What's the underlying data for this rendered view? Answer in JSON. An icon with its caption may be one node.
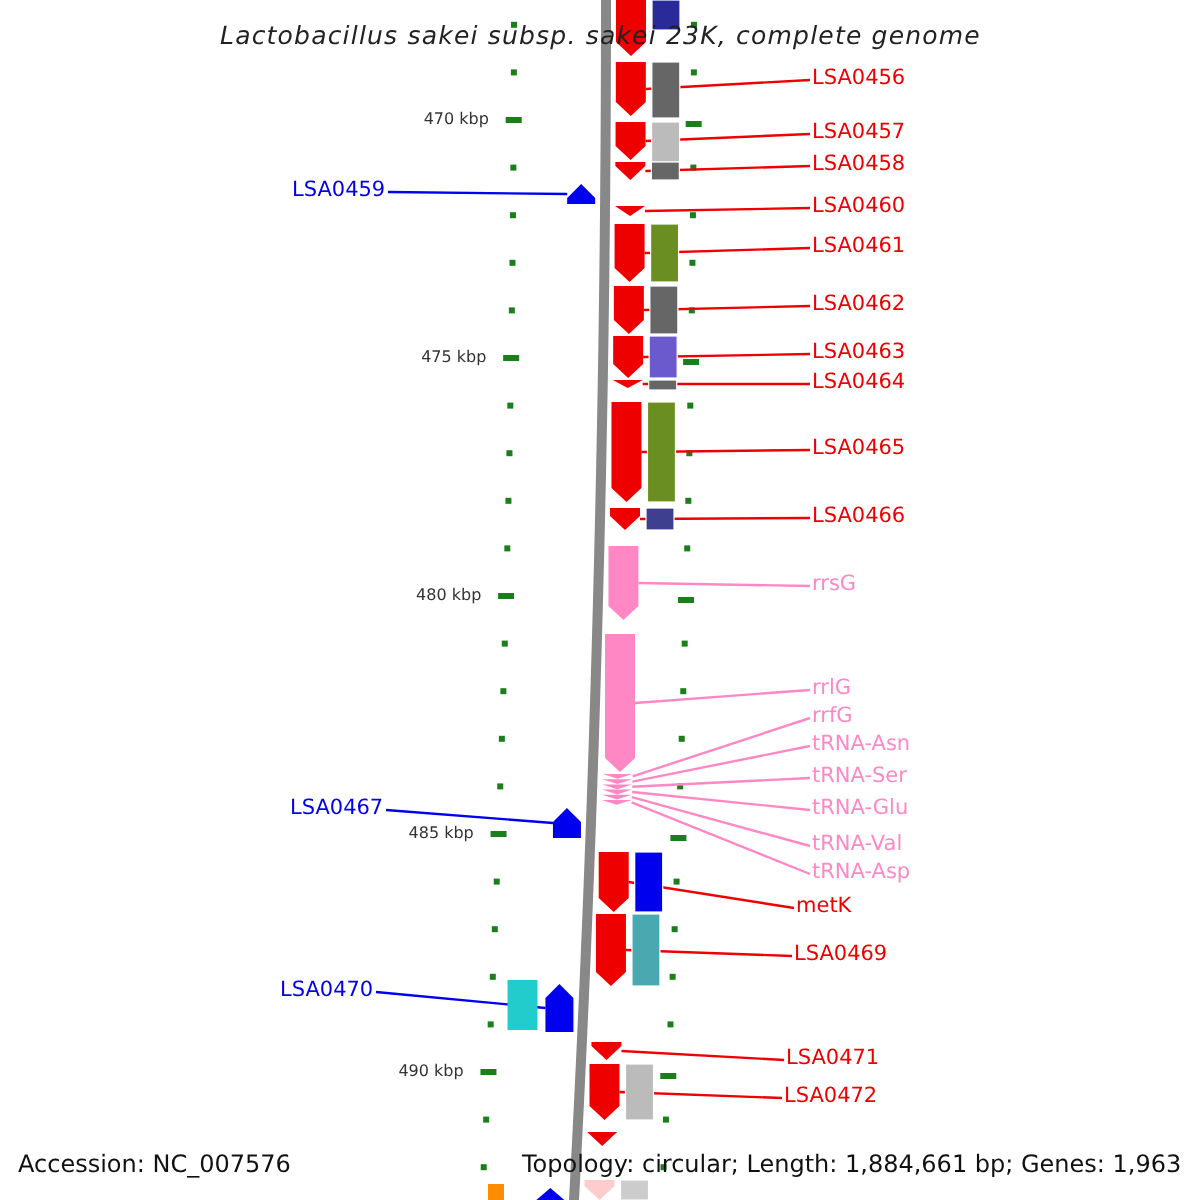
{
  "diagram": {
    "title": "Lactobacillus sakei subsp. sakei 23K, complete genome",
    "nodes": [
      {
        "text": [
          "LSA0456"
        ]
      },
      {
        "text": [
          "LSA0457"
        ]
      },
      {
        "text": [
          "LSA0458"
        ]
      },
      {
        "text": [
          "LSA0459"
        ]
      },
      {
        "text": [
          "LSA0460"
        ]
      },
      {
        "text": [
          "LSA0461"
        ]
      },
      {
        "text": [
          "LSA0462"
        ]
      },
      {
        "text": [
          "LSA0463"
        ]
      },
      {
        "text": [
          "LSA0464"
        ]
      },
      {
        "text": [
          "LSA0465"
        ]
      },
      {
        "text": [
          "LSA0466"
        ]
      },
      {
        "text": [
          "rrsG"
        ]
      },
      {
        "text": [
          "rrlG"
        ]
      },
      {
        "text": [
          "rrfG"
        ]
      },
      {
        "text": [
          "tRNA-Asn"
        ]
      },
      {
        "text": [
          "tRNA-Ser"
        ]
      },
      {
        "text": [
          "LSA0467"
        ]
      },
      {
        "text": [
          "tRNA-Glu"
        ]
      },
      {
        "text": [
          "tRNA-Val"
        ]
      },
      {
        "text": [
          "tRNA-Asp"
        ]
      },
      {
        "text": [
          "metK"
        ]
      },
      {
        "text": [
          "LSA0469"
        ]
      },
      {
        "text": [
          "LSA0470"
        ]
      },
      {
        "text": [
          "LSA0471"
        ]
      },
      {
        "text": [
          "LSA0472"
        ]
      },
      {
        "text": [],
        "shape": "arrow"
      },
      {
        "text": [],
        "shape": "arrow"
      },
      {
        "text": [],
        "shape": "arrow"
      },
      {
        "text": [],
        "shape": "arrow"
      },
      {
        "text": [],
        "shape": "arrow"
      },
      {
        "text": [],
        "shape": "arrow"
      },
      {
        "text": [],
        "shape": "arrow"
      },
      {
        "text": [],
        "shape": "arrow"
      },
      {
        "text": [],
        "shape": "arrow"
      },
      {
        "text": [],
        "shape": "arrow"
      },
      {
        "text": [],
        "shape": "arrow"
      },
      {
        "text": [],
        "shape": "arrow"
      },
      {
        "text": [],
        "shape": "arrow"
      },
      {
        "text": [],
        "shape": "arrow"
      },
      {
        "text": [],
        "shape": "arrow"
      },
      {
        "text": [],
        "shape": "arrow"
      },
      {
        "text": [],
        "shape": "arrow"
      },
      {
        "text": [],
        "shape": "arrow"
      },
      {
        "text": [],
        "shape": "arrow"
      },
      {
        "text": [],
        "shape": "arrow"
      },
      {
        "text": [],
        "shape": "arrow"
      },
      {
        "text": [],
        "shape": "arrow"
      },
      {
        "text": [],
        "shape": "arrow"
      },
      {
        "text": [],
        "shape": "arrow"
      },
      {
        "text": [],
        "shape": "arrow"
      },
      {
        "text": [],
        "shape": "arrow"
      },
      {
        "text": [],
        "shape": "arrow"
      },
      {
        "text": [],
        "shape": "arrow"
      },
      {
        "text": [],
        "shape": "arrow"
      }
    ],
    "edges": [
      {
        "from": 0,
        "to": 25,
        "arrow": "none"
      },
      {
        "from": 1,
        "to": 26,
        "arrow": "none"
      },
      {
        "from": 2,
        "to": 27,
        "arrow": "none"
      },
      {
        "from": 3,
        "to": 28,
        "arrow": "none",
        "color": "#0000ee"
      },
      {
        "from": 4,
        "to": 29,
        "arrow": "none"
      },
      {
        "from": 5,
        "to": 30,
        "arrow": "none"
      },
      {
        "from": 6,
        "to": 31,
        "arrow": "none"
      },
      {
        "from": 7,
        "to": 32,
        "arrow": "none"
      },
      {
        "from": 8,
        "to": 33,
        "arrow": "none"
      },
      {
        "from": 9,
        "to": 34,
        "arrow": "none"
      },
      {
        "from": 10,
        "to": 35,
        "arrow": "none"
      },
      {
        "from": 11,
        "to": 36,
        "arrow": "none",
        "color": "#ff88c4"
      },
      {
        "from": 12,
        "to": 37,
        "arrow": "none",
        "color": "#ff88c4"
      },
      {
        "from": 13,
        "to": 38,
        "arrow": "none",
        "color": "#ff88c4"
      },
      {
        "from": 14,
        "to": 39,
        "arrow": "none",
        "color": "#ff88c4"
      },
      {
        "from": 15,
        "to": 40,
        "arrow": "none",
        "color": "#ff88c4"
      },
      {
        "from": 16,
        "to": 41,
        "arrow": "none",
        "color": "#0000ee"
      },
      {
        "from": 17,
        "to": 42,
        "arrow": "none",
        "color": "#ff88c4"
      },
      {
        "from": 18,
        "to": 43,
        "arrow": "none",
        "color": "#ff88c4"
      },
      {
        "from": 19,
        "to": 44,
        "arrow": "none",
        "color": "#ff88c4"
      },
      {
        "from": 20,
        "to": 45,
        "arrow": "none"
      },
      {
        "from": 21,
        "to": 46,
        "arrow": "none"
      },
      {
        "from": 22,
        "to": 47,
        "arrow": "none",
        "color": "#0000ee"
      },
      {
        "from": 23,
        "to": 48,
        "arrow": "none"
      },
      {
        "from": 24,
        "to": 49,
        "arrow": "none"
      }
    ],
    "labels": [
      "470 kbp",
      "475 kbp",
      "480 kbp",
      "485 kbp",
      "490 kbp",
      "Accession: NC_007576",
      "Topology: circular; Length: 1,884,661 bp; Genes: 1,963"
    ]
  }
}
